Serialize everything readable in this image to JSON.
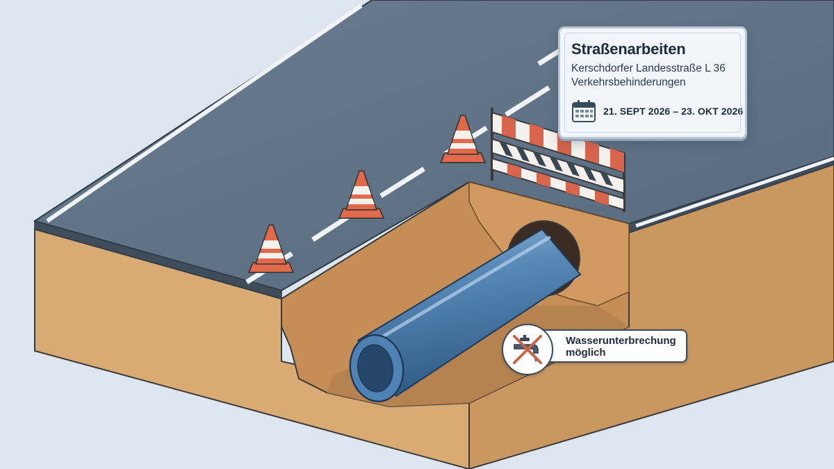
{
  "sign": {
    "title": "Straßenarbeiten",
    "road": "Kerschdorfer Landesstraße L 36",
    "note": "Verkehrsbehinderungen",
    "date": "21. SEPT 2026 – 23. OKT 2026",
    "calendar_icon": "calendar-icon"
  },
  "badge": {
    "line1": "Wasserunterbrechung",
    "line2": "möglich",
    "icon": "no-water-tap-icon"
  },
  "colors": {
    "background": "#dde6ee",
    "asphalt": "#5d7084",
    "soil": "#d5a771",
    "pipe": "#4a7aa8",
    "cone": "#e2694a",
    "barrier_red": "#d9644d"
  }
}
